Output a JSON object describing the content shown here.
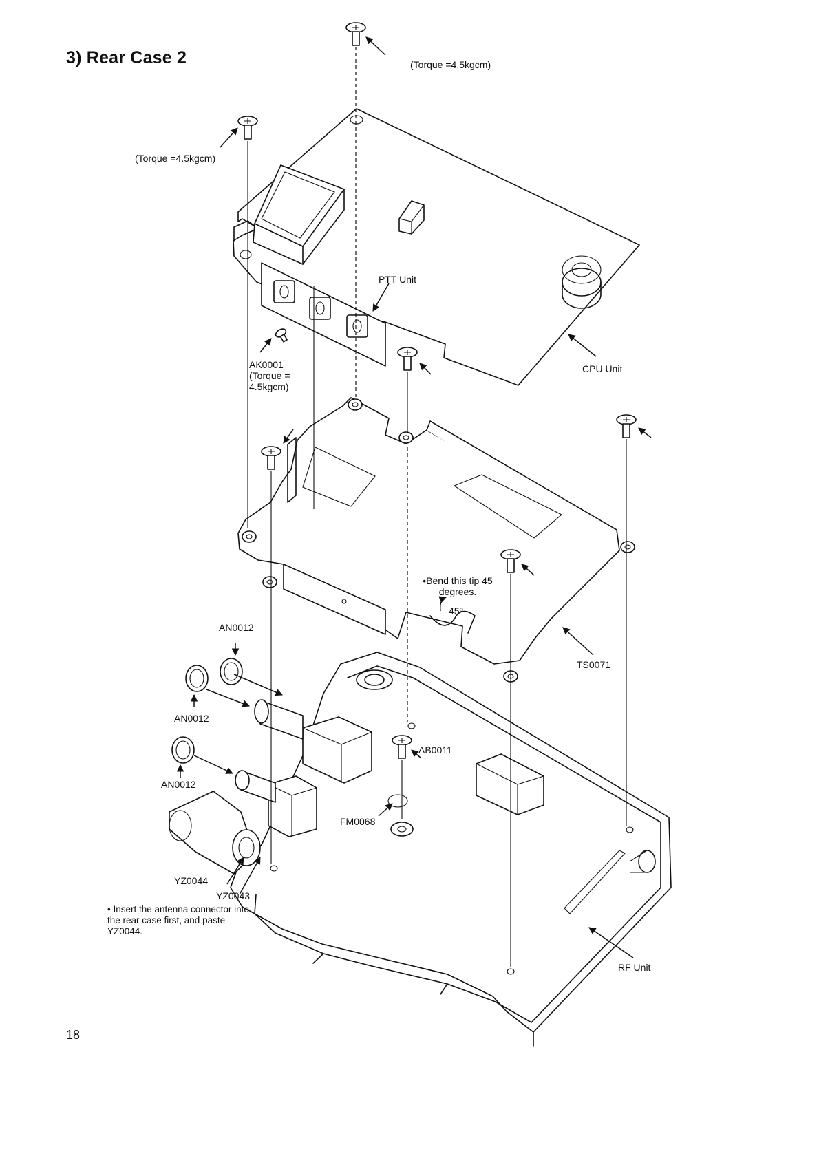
{
  "page": {
    "title": "3) Rear Case 2",
    "page_number": "18"
  },
  "labels": {
    "torque_top": "(Torque =4.5kgcm)",
    "torque_left": "(Torque =4.5kgcm)",
    "ptt_unit": "PTT Unit",
    "cpu_unit": "CPU Unit",
    "ak0001": "AK0001",
    "ak0001_torque": "(Torque = 4.5kgcm)",
    "bend_note": "•Bend this tip 45 degrees.",
    "angle": "45º",
    "an0012_top": "AN0012",
    "an0012_mid": "AN0012",
    "an0012_bottom": "AN0012",
    "ts0071": "TS0071",
    "ab0011": "AB0011",
    "fm0068": "FM0068",
    "yz0044": "YZ0044",
    "yz0043": "YZ0043",
    "insert_note": "• Insert the antenna connector into the rear case first, and paste YZ0044.",
    "rf_unit": "RF Unit"
  }
}
